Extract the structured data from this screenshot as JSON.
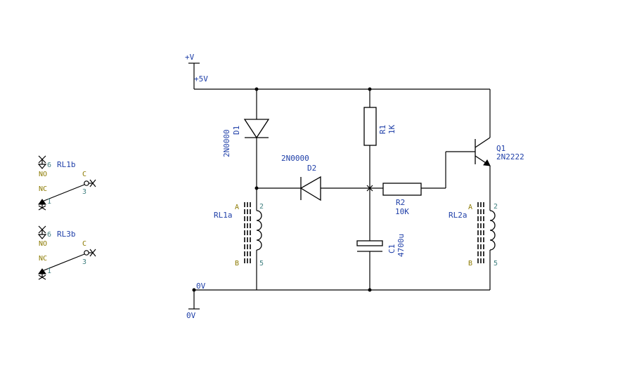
{
  "power": {
    "vplus": "+V",
    "v5": "+5V",
    "zero_top": "0V",
    "zero_bottom": "0V"
  },
  "d1": {
    "name": "D1",
    "part": "2N0000"
  },
  "d2": {
    "name": "D2",
    "part": "2N0000"
  },
  "r1": {
    "name": "R1",
    "value": "1K"
  },
  "r2": {
    "name": "R2",
    "value": "10K"
  },
  "c1": {
    "name": "C1",
    "value": "4700u"
  },
  "q1": {
    "name": "Q1",
    "part": "2N2222"
  },
  "rl1a": {
    "name": "RL1a",
    "pin_a": "A",
    "pin_b": "B",
    "pin_2": "2",
    "pin_5": "5"
  },
  "rl2a": {
    "name": "RL2a",
    "pin_a": "A",
    "pin_b": "B",
    "pin_2": "2",
    "pin_5": "5"
  },
  "rl1b": {
    "name": "RL1b",
    "pin_6": "6",
    "no": "NO",
    "c": "C",
    "nc": "NC",
    "pin_3": "3",
    "pin_1": "1"
  },
  "rl3b": {
    "name": "RL3b",
    "pin_6": "6",
    "no": "NO",
    "c": "C",
    "nc": "NC",
    "pin_3": "3",
    "pin_1": "1"
  }
}
